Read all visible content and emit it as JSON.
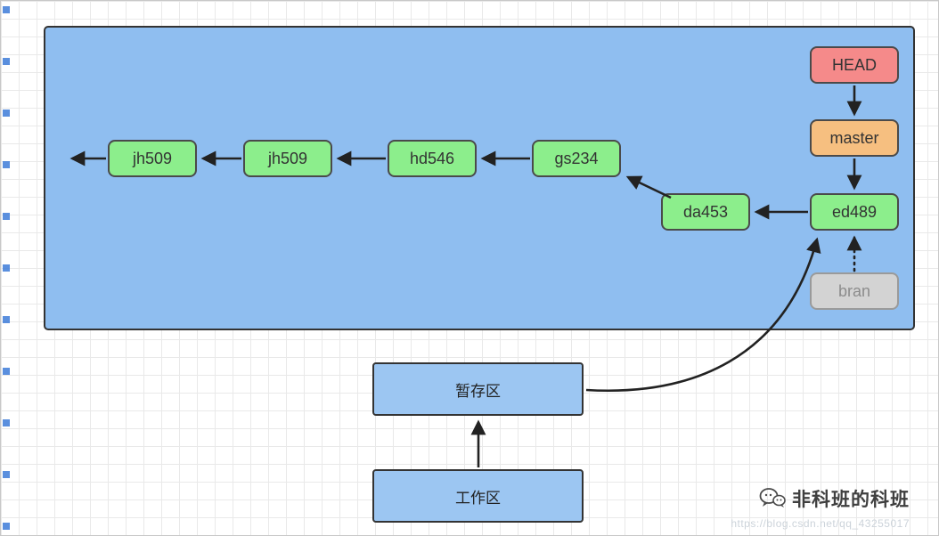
{
  "diagram": {
    "commits": [
      {
        "label": "jh509"
      },
      {
        "label": "jh509"
      },
      {
        "label": "hd546"
      },
      {
        "label": "gs234"
      },
      {
        "label": "da453"
      },
      {
        "label": "ed489"
      }
    ],
    "pointers": {
      "head": "HEAD",
      "master": "master",
      "bran": "bran"
    },
    "areas": {
      "staging": "暂存区",
      "working": "工作区"
    }
  },
  "watermark": {
    "name": "非科班的科班",
    "url": "https://blog.csdn.net/qq_43255017"
  },
  "colors": {
    "panel_blue": "#8fbef0",
    "area_blue": "#9cc6f2",
    "commit_green": "#8cee8c",
    "head_red": "#f58a8a",
    "master_orange": "#f6bf80",
    "bran_gray": "#d3d3d3",
    "arrow": "#222222"
  }
}
